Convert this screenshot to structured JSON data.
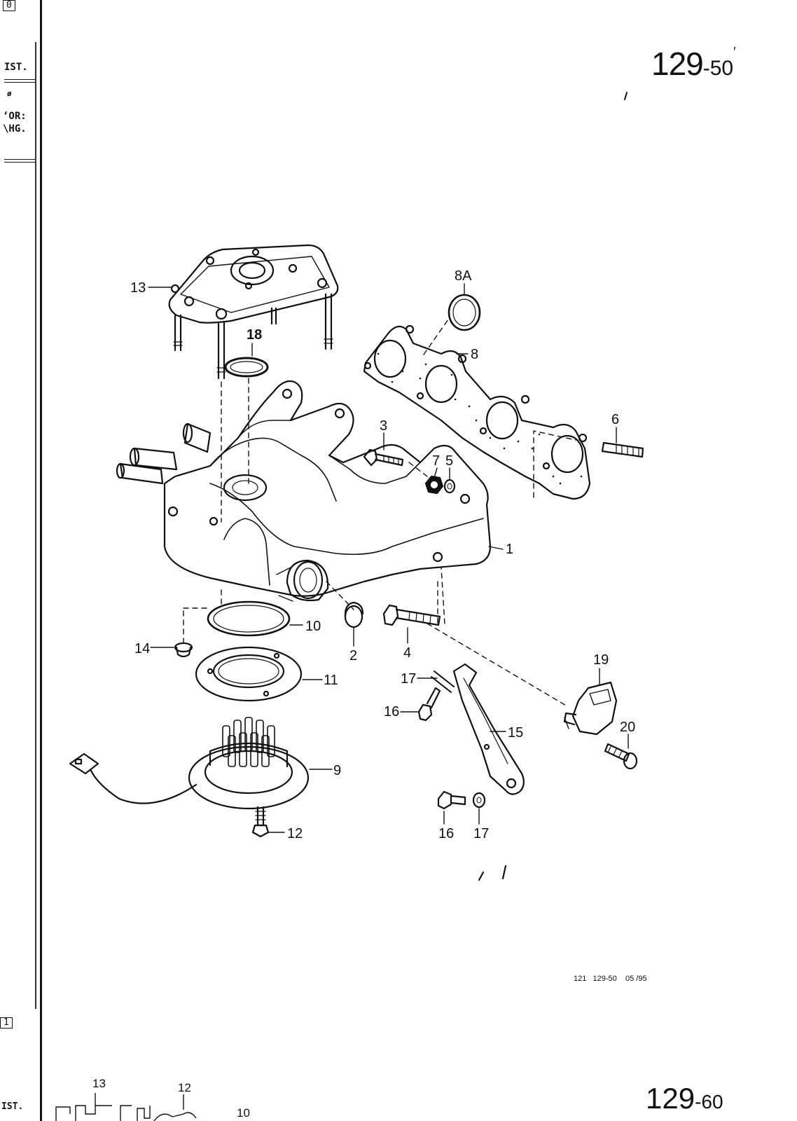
{
  "margin": {
    "top_box": "0",
    "labels": [
      "IST.",
      "‘OR:",
      "\\HG."
    ],
    "small_mark": "ø",
    "bottom_box": "1",
    "bottom_label": "IST."
  },
  "header": {
    "page_main": "129",
    "page_suffix": "-50",
    "tick": "′"
  },
  "footer": {
    "reference": "121   129-50    05 /95",
    "next_page_main": "129",
    "next_page_suffix": "-60",
    "preview_callouts": [
      "13",
      "12",
      "10"
    ]
  },
  "parts": {
    "p1": "1",
    "p2": "2",
    "p3": "3",
    "p4": "4",
    "p5": "5",
    "p6": "6",
    "p7": "7",
    "p8": "8",
    "p8a": "8A",
    "p9": "9",
    "p10": "10",
    "p11": "11",
    "p12": "12",
    "p13": "13",
    "p14": "14",
    "p15": "15",
    "p16a": "16",
    "p16b": "16",
    "p17a": "17",
    "p17b": "17",
    "p18": "18",
    "p19": "19",
    "p20": "20"
  }
}
